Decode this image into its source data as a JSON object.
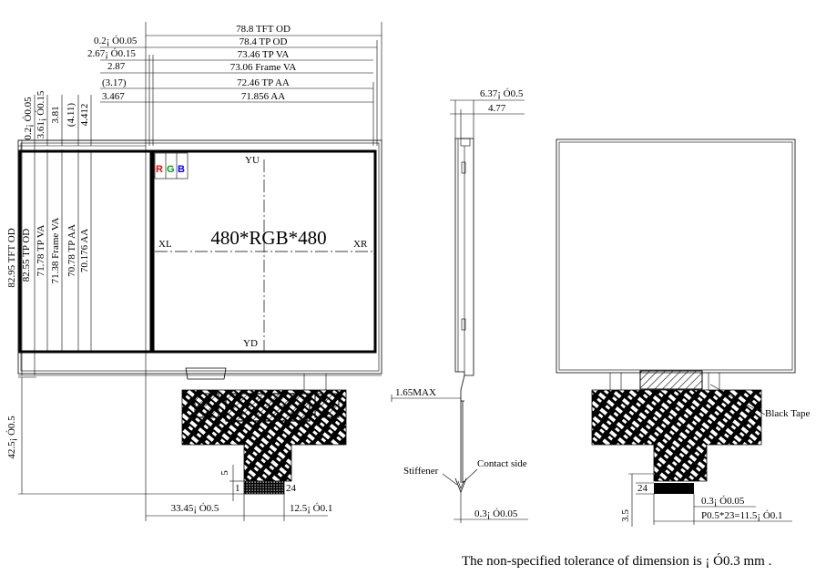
{
  "top_dims": {
    "tft_od": "78.8 TFT OD",
    "tp_od": "78.4 TP OD",
    "tp_va": "73.46 TP VA",
    "frame_va": "73.06 Frame VA",
    "tp_aa": "72.46 TP AA",
    "aa": "71.856 AA",
    "off1": "0.2¡ Ó0.05",
    "off2": "2.67¡ Ó0.15",
    "off3": "2.87",
    "off4": "(3.17)",
    "off5": "3.467"
  },
  "left_dims": {
    "tft_od": "82.95 TFT OD",
    "tp_od": "82.55 TP OD",
    "tp_va": "71.78 TP VA",
    "frame_va": "71.38 Frame VA",
    "tp_aa": "70.78 TP AA",
    "aa": "70.176 AA",
    "top1": "0.2¡ Ó0.05",
    "top2": "3.61¡ Ó0.15",
    "top3": "3.81",
    "top4": "(4.11)",
    "top5": "4.412",
    "fpc": "42.5¡ Ó0.5",
    "pad": "5"
  },
  "display": {
    "resolution": "480*RGB*480",
    "yu": "YU",
    "yd": "YD",
    "xl": "XL",
    "xr": "XR",
    "r": "R",
    "g": "G",
    "b": "B",
    "pin1": "1",
    "pin24": "24"
  },
  "bottom_dims": {
    "fpc_offset": "33.45¡ Ó0.5",
    "fpc_width": "12.5¡ Ó0.1"
  },
  "side_view": {
    "thick1": "6.37¡ Ó0.5",
    "thick2": "4.77",
    "max": "1.65MAX",
    "stiffener": "Stiffener",
    "contact": "Contact side",
    "fpc_thick": "0.3¡ Ó0.05"
  },
  "back_view": {
    "black_tape": "Black Tape",
    "pin24": "24",
    "fpc_thick": "0.3¡ Ó0.05",
    "pitch": "P0.5*23=11.5¡ Ó0.1",
    "stiff_len": "3.5"
  },
  "footer": {
    "tolerance": "The non-specified tolerance of dimension is ¡ Ó0.3 mm ."
  },
  "colors": {
    "r": "#ff0000",
    "g": "#00a000",
    "b": "#0000ff"
  }
}
